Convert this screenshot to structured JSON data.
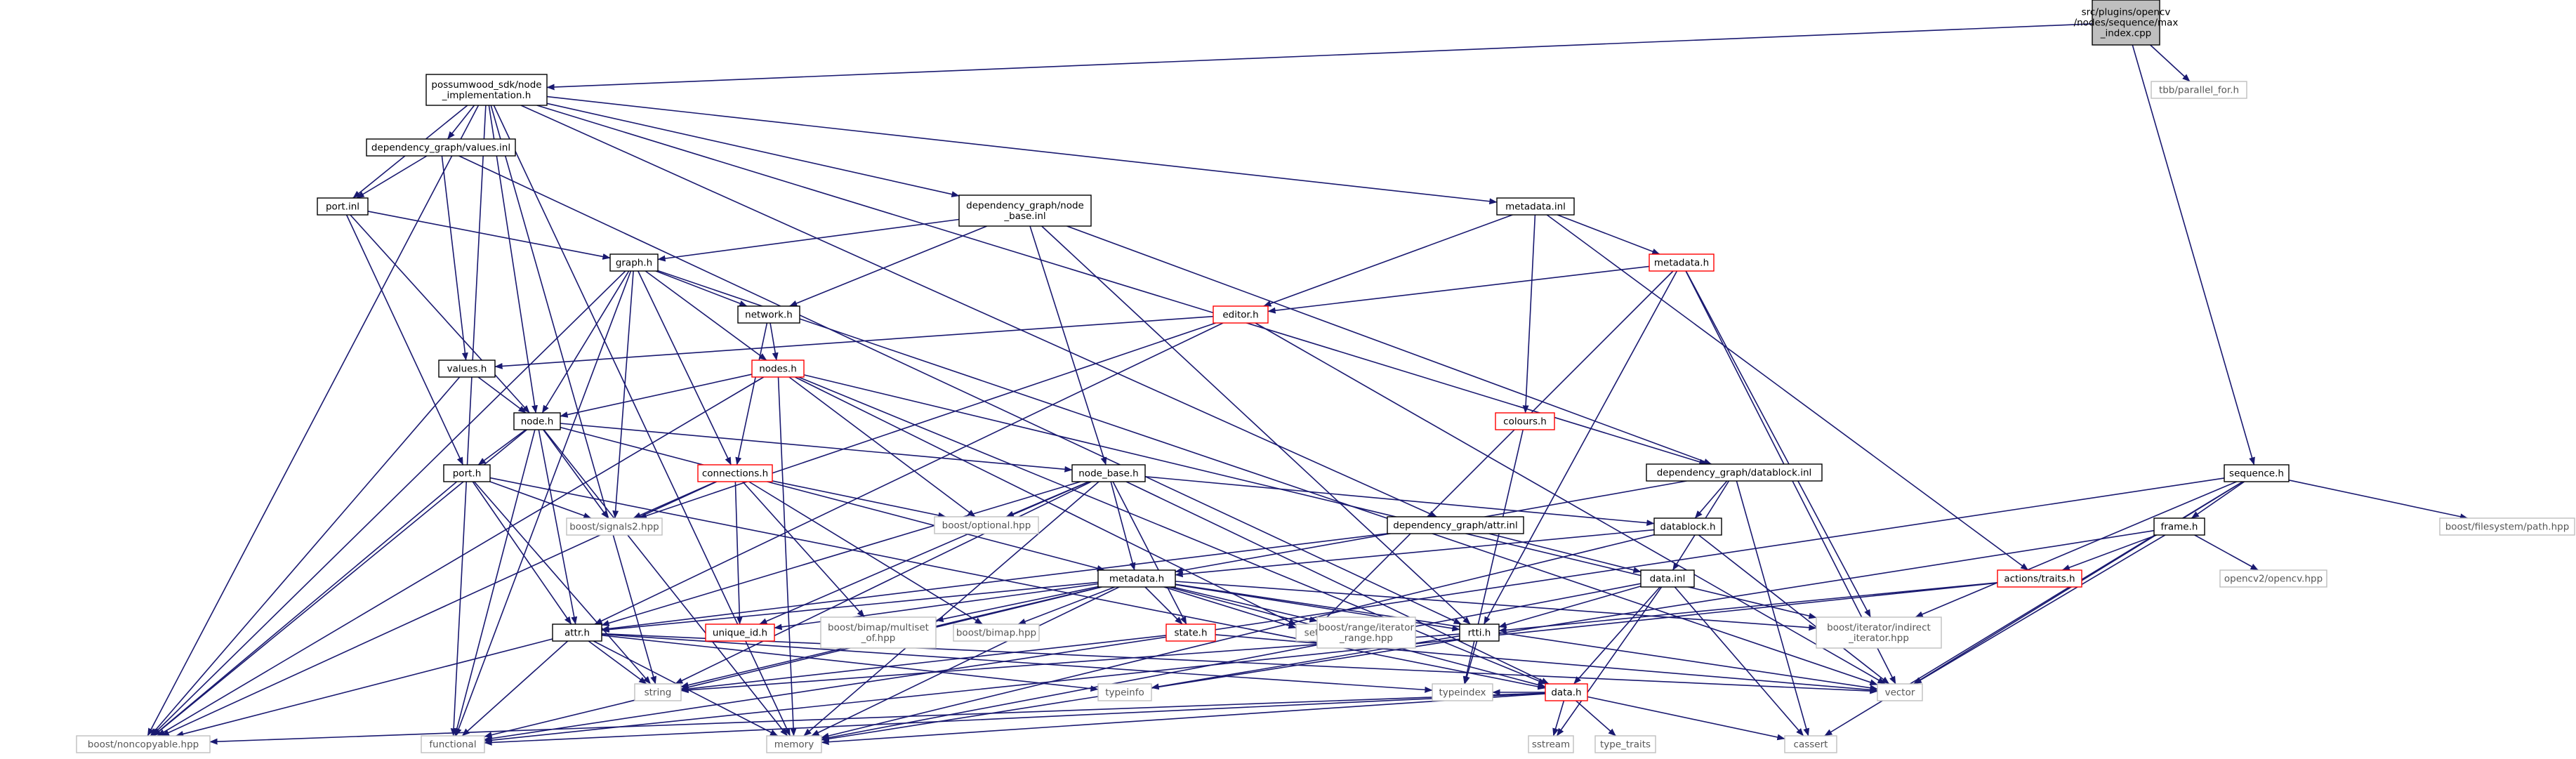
{
  "colors": {
    "edge": "#191970",
    "root_fill": "#bfbfbf",
    "normal_border": "#000000",
    "truncated_border": "#ff0000",
    "external_border": "#bfbfbf",
    "external_text": "#555555",
    "box_fill": "#ffffff"
  },
  "nodes": [
    {
      "id": "root",
      "lines": [
        "src/plugins/opencv",
        "/nodes/sequence/max",
        "_index.cpp"
      ],
      "kind": "root"
    },
    {
      "id": "tbb_parallel",
      "lines": [
        "tbb/parallel_for.h"
      ],
      "kind": "external"
    },
    {
      "id": "sequence_h",
      "lines": [
        "sequence.h"
      ],
      "kind": "normal"
    },
    {
      "id": "node_impl",
      "lines": [
        "possumwood_sdk/node",
        "_implementation.h"
      ],
      "kind": "normal"
    },
    {
      "id": "dg_values",
      "lines": [
        "dependency_graph/values.inl"
      ],
      "kind": "normal"
    },
    {
      "id": "port_inl",
      "lines": [
        "port.inl"
      ],
      "kind": "normal"
    },
    {
      "id": "dg_node_base_inl",
      "lines": [
        "dependency_graph/node",
        "_base.inl"
      ],
      "kind": "normal"
    },
    {
      "id": "metadata_inl",
      "lines": [
        "metadata.inl"
      ],
      "kind": "normal"
    },
    {
      "id": "graph_h",
      "lines": [
        "graph.h"
      ],
      "kind": "normal"
    },
    {
      "id": "metadata_h_red",
      "lines": [
        "metadata.h"
      ],
      "kind": "truncated"
    },
    {
      "id": "network_h",
      "lines": [
        "network.h"
      ],
      "kind": "normal"
    },
    {
      "id": "editor_h",
      "lines": [
        "editor.h"
      ],
      "kind": "truncated"
    },
    {
      "id": "values_h",
      "lines": [
        "values.h"
      ],
      "kind": "normal"
    },
    {
      "id": "nodes_h",
      "lines": [
        "nodes.h"
      ],
      "kind": "truncated"
    },
    {
      "id": "colours_h",
      "lines": [
        "colours.h"
      ],
      "kind": "truncated"
    },
    {
      "id": "node_h",
      "lines": [
        "node.h"
      ],
      "kind": "normal"
    },
    {
      "id": "dg_datablock_inl",
      "lines": [
        "dependency_graph/datablock.inl"
      ],
      "kind": "normal"
    },
    {
      "id": "port_h",
      "lines": [
        "port.h"
      ],
      "kind": "normal"
    },
    {
      "id": "connections_h",
      "lines": [
        "connections.h"
      ],
      "kind": "truncated"
    },
    {
      "id": "node_base_h",
      "lines": [
        "node_base.h"
      ],
      "kind": "normal"
    },
    {
      "id": "dg_attr_inl",
      "lines": [
        "dependency_graph/attr.inl"
      ],
      "kind": "normal"
    },
    {
      "id": "datablock_h",
      "lines": [
        "datablock.h"
      ],
      "kind": "normal"
    },
    {
      "id": "frame_h",
      "lines": [
        "frame.h"
      ],
      "kind": "normal"
    },
    {
      "id": "boost_signals2",
      "lines": [
        "boost/signals2.hpp"
      ],
      "kind": "external"
    },
    {
      "id": "boost_optional",
      "lines": [
        "boost/optional.hpp"
      ],
      "kind": "external"
    },
    {
      "id": "boost_fs_path",
      "lines": [
        "boost/filesystem/path.hpp"
      ],
      "kind": "external"
    },
    {
      "id": "metadata_h",
      "lines": [
        "metadata.h"
      ],
      "kind": "normal"
    },
    {
      "id": "data_inl",
      "lines": [
        "data.inl"
      ],
      "kind": "normal"
    },
    {
      "id": "actions_traits",
      "lines": [
        "actions/traits.h"
      ],
      "kind": "truncated"
    },
    {
      "id": "opencv_hpp",
      "lines": [
        "opencv2/opencv.hpp"
      ],
      "kind": "external"
    },
    {
      "id": "attr_h",
      "lines": [
        "attr.h"
      ],
      "kind": "normal"
    },
    {
      "id": "unique_id_h",
      "lines": [
        "unique_id.h"
      ],
      "kind": "truncated"
    },
    {
      "id": "bimap_multiset",
      "lines": [
        "boost/bimap/multiset",
        "_of.hpp"
      ],
      "kind": "external"
    },
    {
      "id": "bimap_hpp",
      "lines": [
        "boost/bimap.hpp"
      ],
      "kind": "external"
    },
    {
      "id": "state_h",
      "lines": [
        "state.h"
      ],
      "kind": "truncated"
    },
    {
      "id": "set",
      "lines": [
        "set"
      ],
      "kind": "external"
    },
    {
      "id": "boost_range_iter",
      "lines": [
        "boost/range/iterator",
        "_range.hpp"
      ],
      "kind": "external"
    },
    {
      "id": "rtti_h",
      "lines": [
        "rtti.h"
      ],
      "kind": "normal"
    },
    {
      "id": "boost_indirect_iter",
      "lines": [
        "boost/iterator/indirect",
        "_iterator.hpp"
      ],
      "kind": "external"
    },
    {
      "id": "string",
      "lines": [
        "string"
      ],
      "kind": "external"
    },
    {
      "id": "typeinfo",
      "lines": [
        "typeinfo"
      ],
      "kind": "external"
    },
    {
      "id": "typeindex",
      "lines": [
        "typeindex"
      ],
      "kind": "external"
    },
    {
      "id": "vector",
      "lines": [
        "vector"
      ],
      "kind": "external"
    },
    {
      "id": "data_h",
      "lines": [
        "data.h"
      ],
      "kind": "truncated"
    },
    {
      "id": "boost_noncopyable",
      "lines": [
        "boost/noncopyable.hpp"
      ],
      "kind": "external"
    },
    {
      "id": "functional",
      "lines": [
        "functional"
      ],
      "kind": "external"
    },
    {
      "id": "memory",
      "lines": [
        "memory"
      ],
      "kind": "external"
    },
    {
      "id": "sstream",
      "lines": [
        "sstream"
      ],
      "kind": "external"
    },
    {
      "id": "type_traits",
      "lines": [
        "type_traits"
      ],
      "kind": "external"
    },
    {
      "id": "cassert",
      "lines": [
        "cassert"
      ],
      "kind": "external"
    }
  ],
  "edges": [
    [
      "root",
      "node_impl"
    ],
    [
      "root",
      "tbb_parallel"
    ],
    [
      "root",
      "sequence_h"
    ],
    [
      "node_impl",
      "dg_values"
    ],
    [
      "node_impl",
      "port_inl"
    ],
    [
      "node_impl",
      "dg_node_base_inl"
    ],
    [
      "node_impl",
      "metadata_inl"
    ],
    [
      "node_impl",
      "node_h"
    ],
    [
      "node_impl",
      "dg_attr_inl"
    ],
    [
      "node_impl",
      "dg_datablock_inl"
    ],
    [
      "node_impl",
      "functional"
    ],
    [
      "node_impl",
      "memory"
    ],
    [
      "node_impl",
      "boost_noncopyable"
    ],
    [
      "node_impl",
      "string"
    ],
    [
      "dg_values",
      "port_inl"
    ],
    [
      "dg_values",
      "values_h"
    ],
    [
      "dg_values",
      "rtti_h"
    ],
    [
      "port_inl",
      "graph_h"
    ],
    [
      "port_inl",
      "node_h"
    ],
    [
      "port_inl",
      "port_h"
    ],
    [
      "dg_node_base_inl",
      "graph_h"
    ],
    [
      "dg_node_base_inl",
      "network_h"
    ],
    [
      "dg_node_base_inl",
      "node_base_h"
    ],
    [
      "dg_node_base_inl",
      "dg_datablock_inl"
    ],
    [
      "dg_node_base_inl",
      "rtti_h"
    ],
    [
      "metadata_inl",
      "metadata_h_red"
    ],
    [
      "metadata_inl",
      "editor_h"
    ],
    [
      "metadata_inl",
      "colours_h"
    ],
    [
      "metadata_inl",
      "actions_traits"
    ],
    [
      "graph_h",
      "network_h"
    ],
    [
      "graph_h",
      "nodes_h"
    ],
    [
      "graph_h",
      "node_h"
    ],
    [
      "graph_h",
      "connections_h"
    ],
    [
      "graph_h",
      "boost_signals2"
    ],
    [
      "graph_h",
      "boost_noncopyable"
    ],
    [
      "graph_h",
      "functional"
    ],
    [
      "graph_h",
      "vector"
    ],
    [
      "metadata_h_red",
      "editor_h"
    ],
    [
      "metadata_h_red",
      "set"
    ],
    [
      "metadata_h_red",
      "rtti_h"
    ],
    [
      "metadata_h_red",
      "boost_indirect_iter"
    ],
    [
      "metadata_h_red",
      "vector"
    ],
    [
      "network_h",
      "nodes_h"
    ],
    [
      "network_h",
      "connections_h"
    ],
    [
      "editor_h",
      "values_h"
    ],
    [
      "editor_h",
      "boost_signals2"
    ],
    [
      "editor_h",
      "attr_h"
    ],
    [
      "editor_h",
      "vector"
    ],
    [
      "values_h",
      "node_h"
    ],
    [
      "values_h",
      "boost_noncopyable"
    ],
    [
      "nodes_h",
      "node_h"
    ],
    [
      "nodes_h",
      "boost_optional"
    ],
    [
      "nodes_h",
      "set"
    ],
    [
      "nodes_h",
      "boost_indirect_iter"
    ],
    [
      "nodes_h",
      "data_h"
    ],
    [
      "nodes_h",
      "memory"
    ],
    [
      "nodes_h",
      "boost_noncopyable"
    ],
    [
      "colours_h",
      "typeindex"
    ],
    [
      "node_h",
      "node_base_h"
    ],
    [
      "node_h",
      "port_h"
    ],
    [
      "node_h",
      "attr_h"
    ],
    [
      "node_h",
      "metadata_h"
    ],
    [
      "node_h",
      "boost_signals2"
    ],
    [
      "node_h",
      "boost_noncopyable"
    ],
    [
      "node_h",
      "functional"
    ],
    [
      "node_h",
      "memory"
    ],
    [
      "dg_datablock_inl",
      "datablock_h"
    ],
    [
      "dg_datablock_inl",
      "data_inl"
    ],
    [
      "dg_datablock_inl",
      "metadata_h"
    ],
    [
      "dg_datablock_inl",
      "cassert"
    ],
    [
      "port_h",
      "boost_signals2"
    ],
    [
      "port_h",
      "attr_h"
    ],
    [
      "port_h",
      "string"
    ],
    [
      "port_h",
      "data_h"
    ],
    [
      "port_h",
      "boost_noncopyable"
    ],
    [
      "connections_h",
      "boost_optional"
    ],
    [
      "connections_h",
      "boost_signals2"
    ],
    [
      "connections_h",
      "unique_id_h"
    ],
    [
      "connections_h",
      "bimap_multiset"
    ],
    [
      "connections_h",
      "bimap_hpp"
    ],
    [
      "connections_h",
      "boost_noncopyable"
    ],
    [
      "node_base_h",
      "boost_optional"
    ],
    [
      "node_base_h",
      "datablock_h"
    ],
    [
      "node_base_h",
      "metadata_h"
    ],
    [
      "node_base_h",
      "attr_h"
    ],
    [
      "node_base_h",
      "unique_id_h"
    ],
    [
      "node_base_h",
      "state_h"
    ],
    [
      "node_base_h",
      "data_h"
    ],
    [
      "node_base_h",
      "string"
    ],
    [
      "node_base_h",
      "memory"
    ],
    [
      "dg_attr_inl",
      "attr_h"
    ],
    [
      "dg_attr_inl",
      "data_inl"
    ],
    [
      "datablock_h",
      "metadata_h"
    ],
    [
      "datablock_h",
      "vector"
    ],
    [
      "datablock_h",
      "memory"
    ],
    [
      "sequence_h",
      "frame_h"
    ],
    [
      "sequence_h",
      "boost_fs_path"
    ],
    [
      "sequence_h",
      "boost_indirect_iter"
    ],
    [
      "sequence_h",
      "vector"
    ],
    [
      "sequence_h",
      "cassert"
    ],
    [
      "sequence_h",
      "functional"
    ],
    [
      "frame_h",
      "actions_traits"
    ],
    [
      "frame_h",
      "opencv_hpp"
    ],
    [
      "frame_h",
      "vector"
    ],
    [
      "frame_h",
      "memory"
    ],
    [
      "metadata_h",
      "attr_h"
    ],
    [
      "metadata_h",
      "unique_id_h"
    ],
    [
      "metadata_h",
      "bimap_multiset"
    ],
    [
      "metadata_h",
      "bimap_hpp"
    ],
    [
      "metadata_h",
      "state_h"
    ],
    [
      "metadata_h",
      "set"
    ],
    [
      "metadata_h",
      "boost_range_iter"
    ],
    [
      "metadata_h",
      "rtti_h"
    ],
    [
      "metadata_h",
      "boost_indirect_iter"
    ],
    [
      "metadata_h",
      "vector"
    ],
    [
      "metadata_h",
      "string"
    ],
    [
      "metadata_h",
      "data_h"
    ],
    [
      "metadata_h",
      "memory"
    ],
    [
      "metadata_h",
      "functional"
    ],
    [
      "data_inl",
      "data_h"
    ],
    [
      "data_inl",
      "rtti_h"
    ],
    [
      "data_inl",
      "cassert"
    ],
    [
      "data_inl",
      "sstream"
    ],
    [
      "data_inl",
      "memory"
    ],
    [
      "actions_traits",
      "rtti_h"
    ],
    [
      "actions_traits",
      "functional"
    ],
    [
      "attr_h",
      "string"
    ],
    [
      "attr_h",
      "typeinfo"
    ],
    [
      "attr_h",
      "typeindex"
    ],
    [
      "attr_h",
      "boost_noncopyable"
    ],
    [
      "attr_h",
      "functional"
    ],
    [
      "attr_h",
      "memory"
    ],
    [
      "attr_h",
      "vector"
    ],
    [
      "state_h",
      "string"
    ],
    [
      "state_h",
      "vector"
    ],
    [
      "rtti_h",
      "string"
    ],
    [
      "rtti_h",
      "typeinfo"
    ],
    [
      "rtti_h",
      "typeindex"
    ],
    [
      "data_h",
      "typeindex"
    ],
    [
      "data_h",
      "memory"
    ],
    [
      "data_h",
      "functional"
    ],
    [
      "data_h",
      "sstream"
    ],
    [
      "data_h",
      "type_traits"
    ],
    [
      "data_h",
      "cassert"
    ],
    [
      "data_h",
      "boost_noncopyable"
    ]
  ]
}
